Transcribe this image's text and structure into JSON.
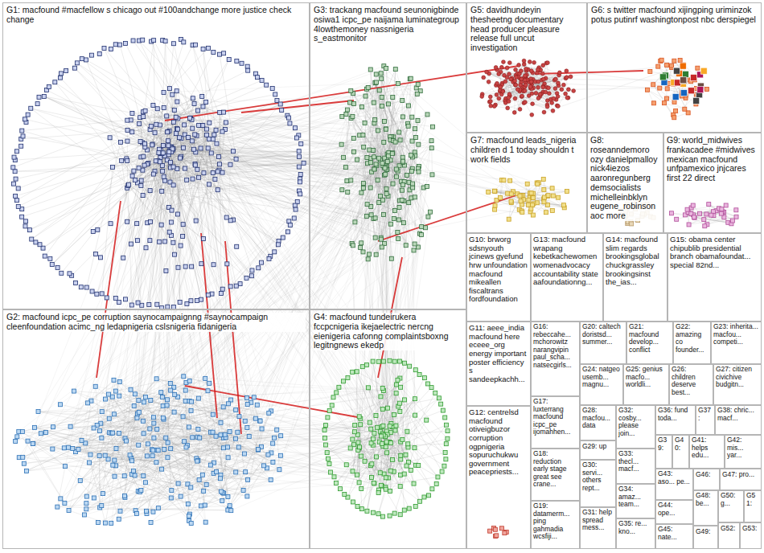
{
  "diagram": {
    "nodes": [
      {
        "text": [
          "G1: macfound #macfellow s chicago out #100andchange more justice check change"
        ]
      },
      {
        "text": [
          "G2: macfound icpc_pe corruption saynocampaignng #saynocampaign cleenfoundation acimc_ng ledapnigeria cslsnigeria fidanigeria"
        ]
      },
      {
        "text": [
          "G3: trackang macfound seunonigbinde osiwa1 icpc_pe naijama luminategroup 4lowthemoney nassnigeria s_eastmonitor"
        ]
      },
      {
        "text": [
          "G4: macfound tundeirukera fccpcnigeria ikejaelectric nercng eienigeria cafonng complaintsboxng legitngnews ekedp"
        ]
      },
      {
        "text": [
          "G5: davidhundeyin thesheetng documentary head producer pleasure release full uncut investigation"
        ]
      },
      {
        "text": [
          "G6: s twitter macfound xijingping uriminzok potus putinrf washingtonpost nbc derspiegel"
        ]
      },
      {
        "text": [
          "G7: macfound leads_nigeria children d 1 today shouldn t work fields"
        ]
      },
      {
        "text": [
          "G8: roseanndemoro ozy danielpmalloy nick4iezos aaronregunberg demsocialists michelleinbklyn eugene_robinson aoc more"
        ]
      },
      {
        "text": [
          "G9: world_midwives frankacadee #midwives mexican macfound unfpamexico jnjcares first 22 direct"
        ]
      },
      {
        "text": [
          "G10: brworg sdsnyouth jcinews gyefund hrw unfoundation macfound mikeallen fiscaltrans fordfoundation"
        ]
      },
      {
        "text": [
          "G11: aeee_india macfound here eceee_org energy important poster efficiency s sandeepkachh..."
        ]
      },
      {
        "text": [
          "G12: centrelsd macfound otiveigbuzor corruption ogpnigeria sopuruchukwu government peacepriests..."
        ]
      },
      {
        "text": [
          "G13: macfound wrapang kebetkachewomen womenadvocacy accountability state aafoundationng..."
        ]
      },
      {
        "text": [
          "G14: macfound slim regards brookingsglobal chuckgrassley brookingsinst the_ias..."
        ]
      },
      {
        "text": [
          "G15: obama center chipublib presidential branch obamafoundat... special 82nd..."
        ]
      },
      {
        "text": [
          "G16: rebeccahe... mchorowitz narangvipin paul_scha... natsecgirls..."
        ]
      },
      {
        "text": [
          "G17: luxterrang macfound icpc_pe ijomahhen..."
        ]
      },
      {
        "text": [
          "G18: reduction early stage great see crane..."
        ]
      },
      {
        "text": [
          "G19: datamerm... ping gahmadia wcsfiji..."
        ]
      },
      {
        "text": [
          "G20: caltech doristsd... summer..."
        ]
      },
      {
        "text": [
          "G21: macfound develop... conflict"
        ]
      },
      {
        "text": [
          "G22: amazing co founder..."
        ]
      },
      {
        "text": [
          "G23: inherita... macfou... competi..."
        ]
      },
      {
        "text": [
          "G24: natgeo usemb... magnu..."
        ]
      },
      {
        "text": [
          "G25: genius macfo... worldli..."
        ]
      },
      {
        "text": [
          "G26: children deserve best..."
        ]
      },
      {
        "text": [
          "G27: citizen civichive budgitn..."
        ]
      },
      {
        "text": [
          "G28: macfou... data"
        ]
      },
      {
        "text": [
          "G29: up"
        ]
      },
      {
        "text": [
          "G30: servi... others rept..."
        ]
      },
      {
        "text": [
          "G31: help spread mess..."
        ]
      },
      {
        "text": [
          "G32: cosby... please join..."
        ]
      },
      {
        "text": [
          "G33: thecl... macf..."
        ]
      },
      {
        "text": [
          "G34: amaz... team..."
        ]
      },
      {
        "text": [
          "G35: re... kno..."
        ]
      },
      {
        "text": [
          "G36: fund toda..."
        ]
      },
      {
        "text": [
          "G37:"
        ]
      },
      {
        "text": [
          "G38: chric... macf..."
        ]
      },
      {
        "text": [
          "G39:"
        ]
      },
      {
        "text": [
          "G40:"
        ]
      },
      {
        "text": [
          "G41: helps edu..."
        ]
      },
      {
        "text": [
          "G42: mis... yar..."
        ]
      },
      {
        "text": [
          "G43: aso... pe..."
        ]
      },
      {
        "text": [
          "G44: ope..."
        ]
      },
      {
        "text": [
          "G45: nate..."
        ]
      },
      {
        "text": [
          "G46:"
        ]
      },
      {
        "text": [
          "G47: pro..."
        ]
      },
      {
        "text": [
          "G48: be..."
        ]
      },
      {
        "text": [
          "G49:"
        ]
      },
      {
        "text": [
          "G50: g..."
        ]
      },
      {
        "text": [
          "G51:"
        ]
      },
      {
        "text": [
          "G52:"
        ]
      },
      {
        "text": [
          "G53:"
        ]
      }
    ]
  }
}
